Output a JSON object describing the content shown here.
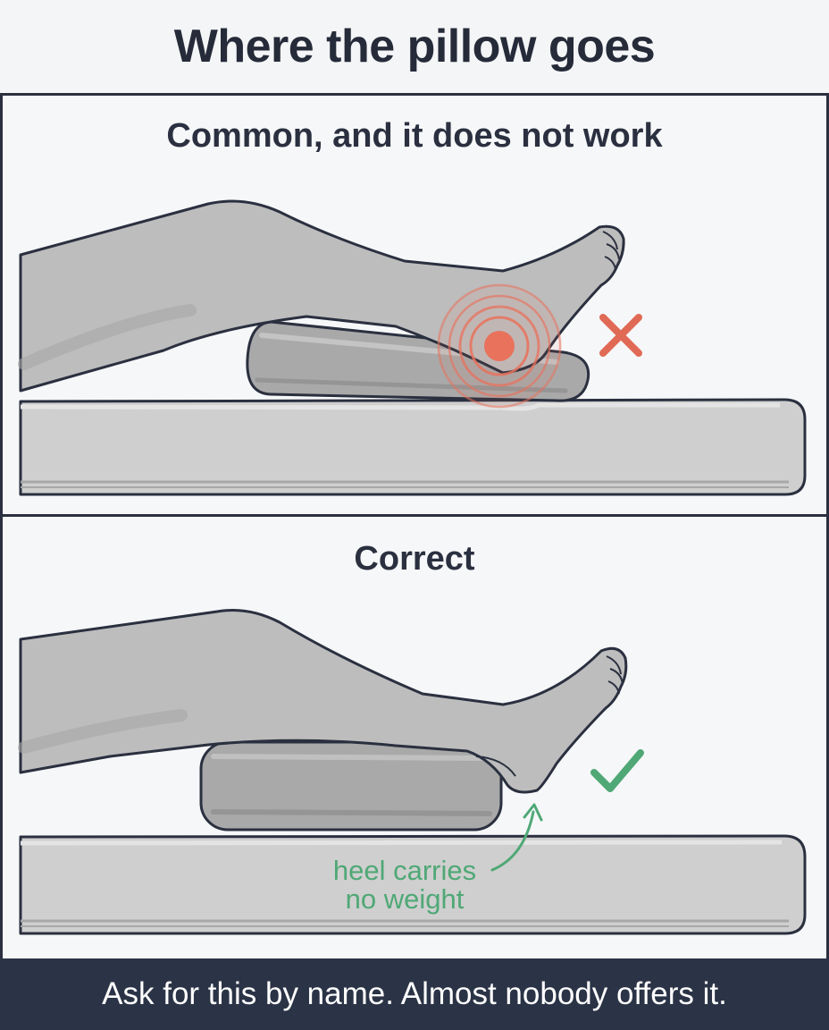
{
  "title": "Where the pillow goes",
  "panels": [
    {
      "heading": "Common, and it does not work",
      "status_icon": "x-mark-icon",
      "status_color": "#e06a55",
      "pressure_color": "#e8725c"
    },
    {
      "heading": "Correct",
      "status_icon": "check-mark-icon",
      "status_color": "#4fa876",
      "annotation_line1": "heel carries",
      "annotation_line2": "no weight"
    }
  ],
  "footer": "Ask for this by name. Almost nobody offers it.",
  "colors": {
    "outline": "#2b3040",
    "leg": "#bdbdbd",
    "pillow": "#a9a9a9",
    "mattress": "#cfcfcf",
    "footer_bg": "#2b3346"
  }
}
